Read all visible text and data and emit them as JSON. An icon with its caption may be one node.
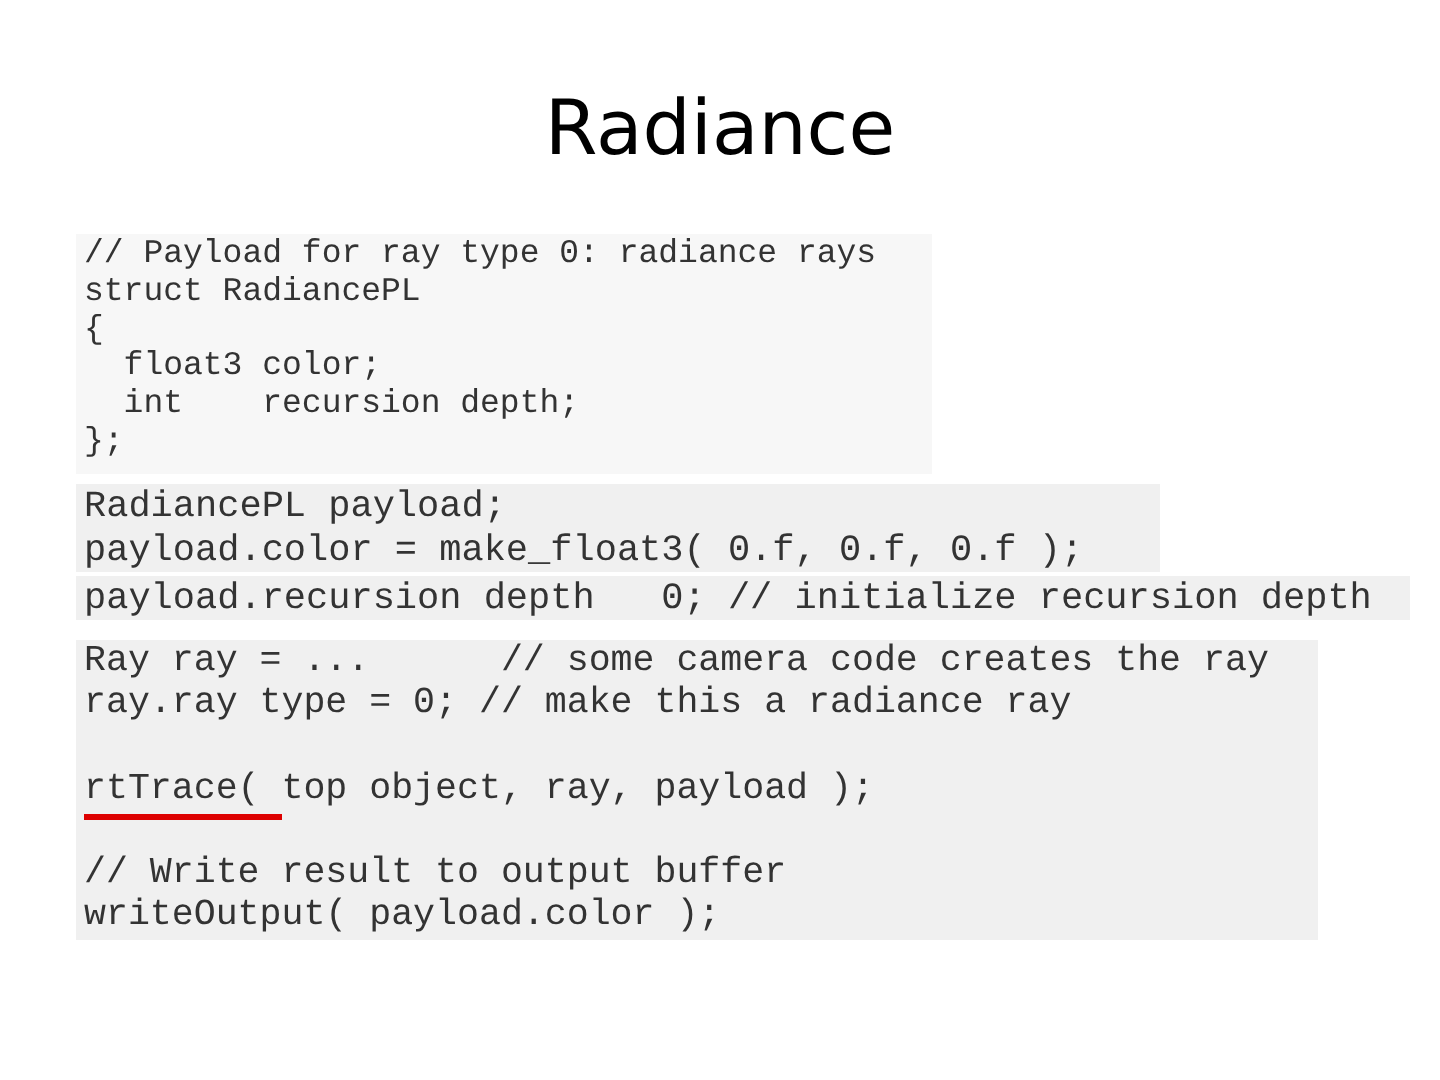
{
  "diagram": {
    "title": "Radiance",
    "labels": [
      "// Payload for ray type 0: radiance rays",
      "struct RadiancePL",
      "{",
      "  float3 color;",
      "  int    recursion depth;",
      "};",
      "RadiancePL payload;",
      "payload.color = make_float3( 0.f, 0.f, 0.f );",
      "payload.recursion depth   0; // initialize recursion depth",
      "Ray ray = ...      // some camera code creates the ray",
      "ray.ray type = 0; // make this a radiance ray",
      "rtTrace( top object, ray, payload );",
      "// Write result to output buffer",
      "writeOutput( payload.color );"
    ]
  }
}
